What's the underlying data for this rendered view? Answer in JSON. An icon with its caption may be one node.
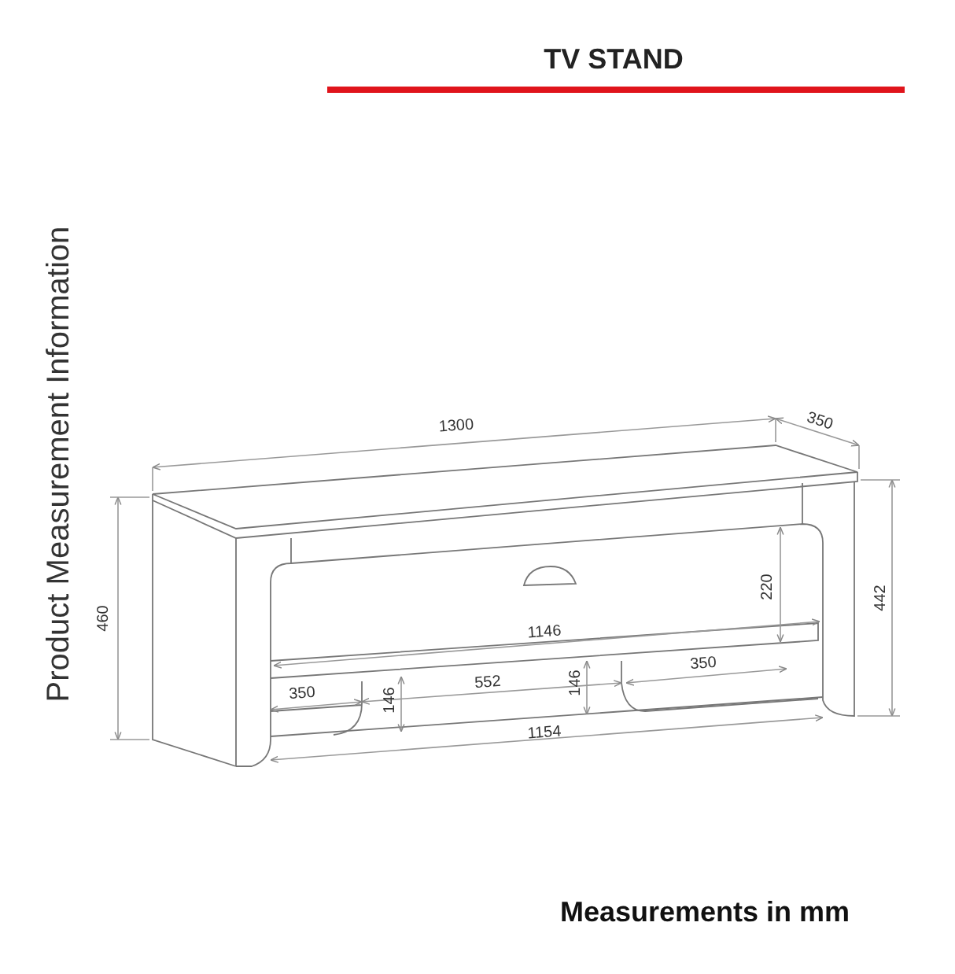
{
  "diagram": {
    "title": "TV STAND",
    "labels": [
      "Product Measurement Information",
      "1300",
      "350",
      "460",
      "442",
      "220",
      "1146",
      "350",
      "146",
      "552",
      "146",
      "350",
      "1154",
      "Measurements in mm"
    ]
  }
}
